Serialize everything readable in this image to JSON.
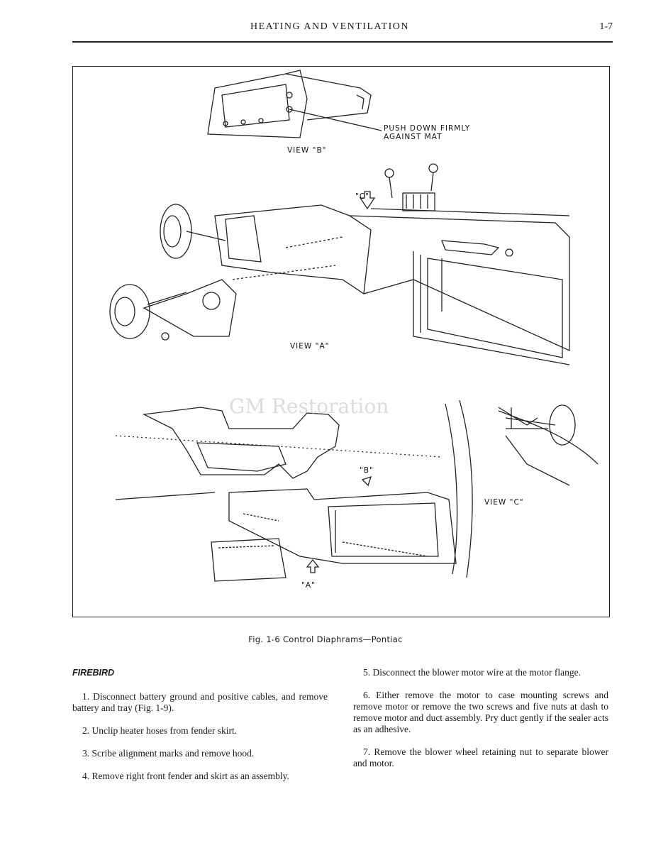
{
  "header": {
    "title": "HEATING AND VENTILATION",
    "page_number": "1-7"
  },
  "figure": {
    "labels": {
      "push_down": [
        "PUSH DOWN FIRMLY",
        "AGAINST MAT"
      ],
      "view_b": "VIEW \"B\"",
      "view_a": "VIEW \"A\"",
      "view_c": "VIEW \"C\"",
      "callout_c": "\"C\"",
      "callout_b": "\"B\"",
      "callout_a": "\"A\""
    },
    "watermark": "GM Restoration",
    "caption": "Fig. 1-6 Control Diaphrams—Pontiac"
  },
  "left_column": {
    "section_title": "FIREBIRD",
    "steps": [
      {
        "num": "1.",
        "text": "Disconnect battery ground and positive cables, and remove battery and tray (Fig. 1-9)."
      },
      {
        "num": "2.",
        "text": "Unclip heater hoses from fender skirt."
      },
      {
        "num": "3.",
        "text": "Scribe alignment marks and remove hood."
      },
      {
        "num": "4.",
        "text": "Remove right front fender and skirt as an assembly."
      }
    ]
  },
  "right_column": {
    "steps": [
      {
        "num": "5.",
        "text": "Disconnect the blower motor wire at the motor flange."
      },
      {
        "num": "6.",
        "text": "Either remove the motor to case mounting screws and remove motor or remove the two screws and five nuts at dash to remove motor and duct assembly. Pry duct gently if the sealer acts as an adhesive."
      },
      {
        "num": "7.",
        "text": "Remove the blower wheel retaining nut to separate blower and motor."
      }
    ]
  }
}
